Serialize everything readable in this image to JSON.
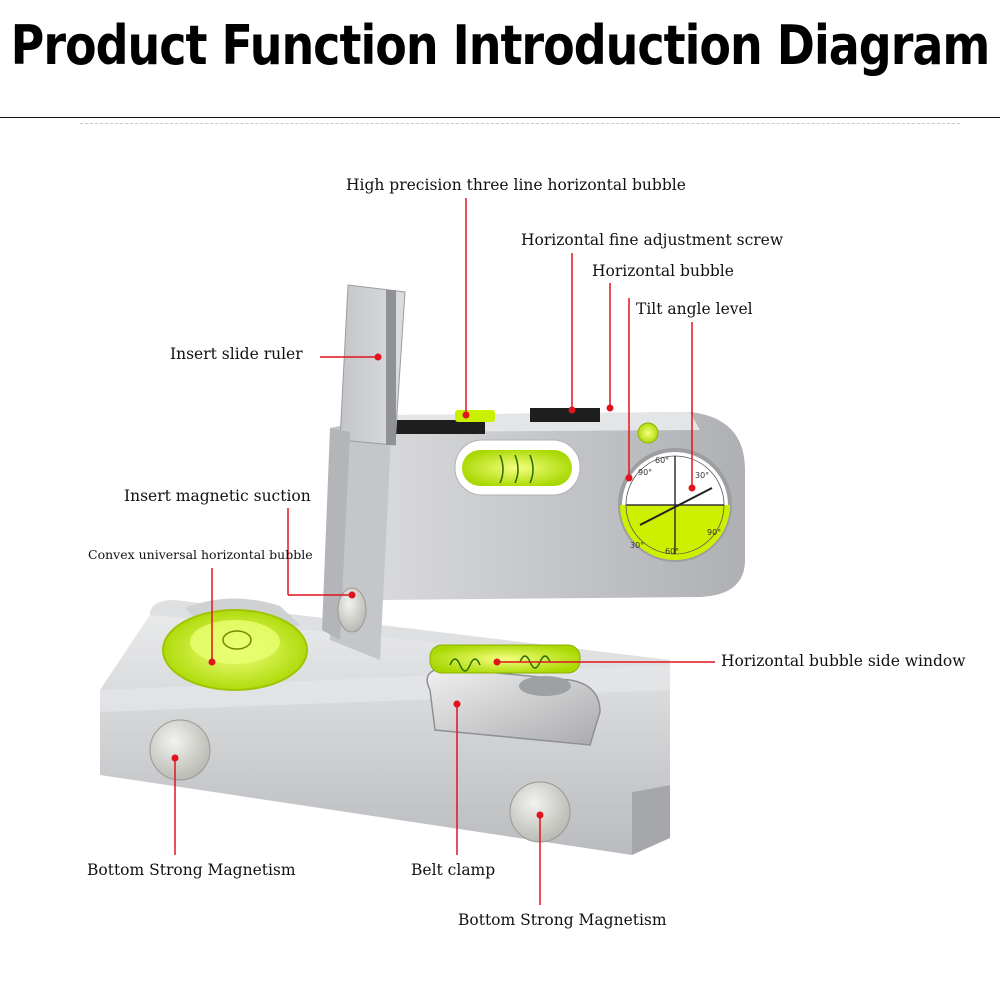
{
  "title": "Product Function Introduction Diagram",
  "callouts": {
    "three_line_bubble": "High precision three line horizontal bubble",
    "fine_adjust_screw": "Horizontal fine adjustment screw",
    "horizontal_bubble": "Horizontal bubble",
    "tilt_angle_level": "Tilt angle level",
    "slide_ruler": "Insert slide ruler",
    "magnetic_suction": "Insert magnetic suction",
    "convex_bubble": "Convex universal horizontal bubble",
    "side_window": "Horizontal bubble side window",
    "bottom_magnet_left": "Bottom Strong Magnetism",
    "belt_clamp": "Belt clamp",
    "bottom_magnet_right": "Bottom Strong Magnetism"
  },
  "dial": {
    "ticks": [
      "90°",
      "60°",
      "30°",
      "30°",
      "60°",
      "90°"
    ]
  },
  "colors": {
    "callout_line": "#e0141e",
    "bubble_fluid": "#c8f000",
    "aluminum": "#c9cbcd"
  }
}
